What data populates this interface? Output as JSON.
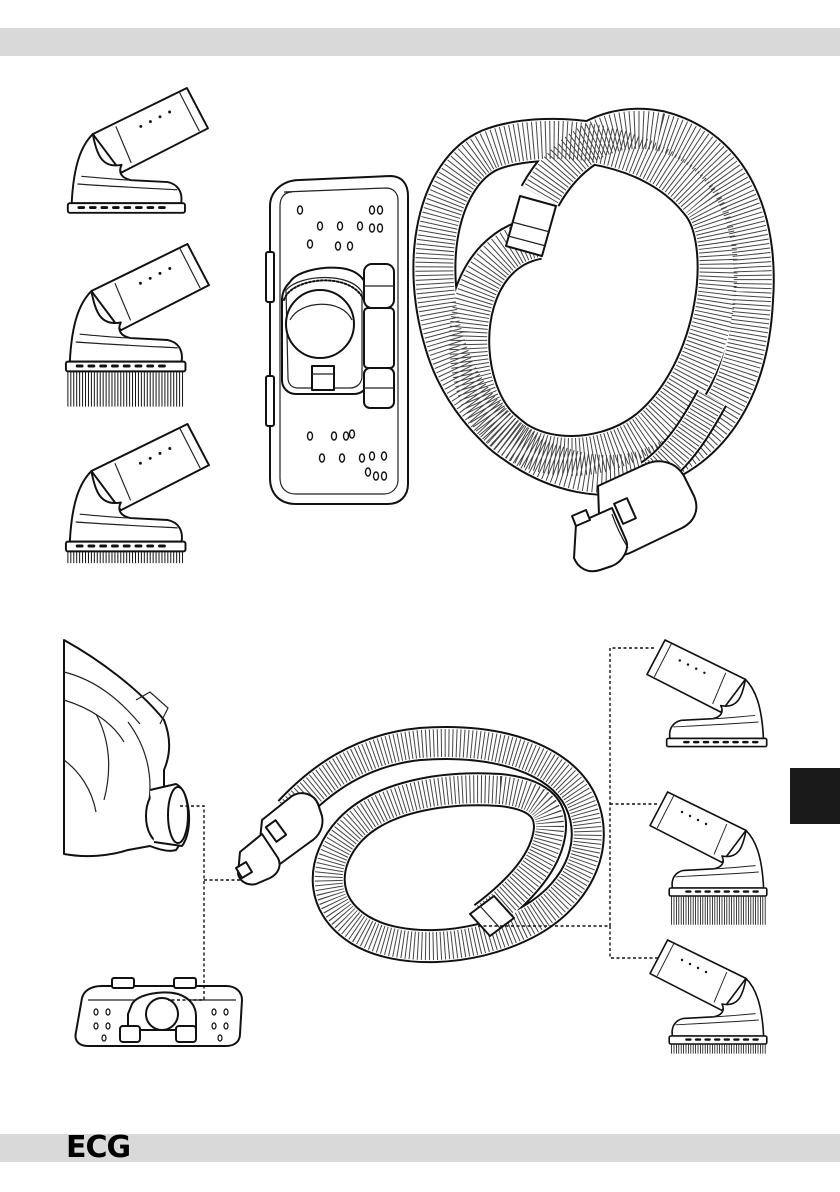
{
  "header": {
    "band_color": "#d9d9d9"
  },
  "footer": {
    "band_color": "#d9d9d9",
    "brand": "ECG"
  },
  "side_tab": {
    "color": "#1a1a1a"
  },
  "figures": {
    "nozzles": [
      "flat-nozzle",
      "brush-nozzle",
      "combined-nozzle"
    ],
    "floor_head": "floor-head",
    "hose": "flexible-hose"
  }
}
